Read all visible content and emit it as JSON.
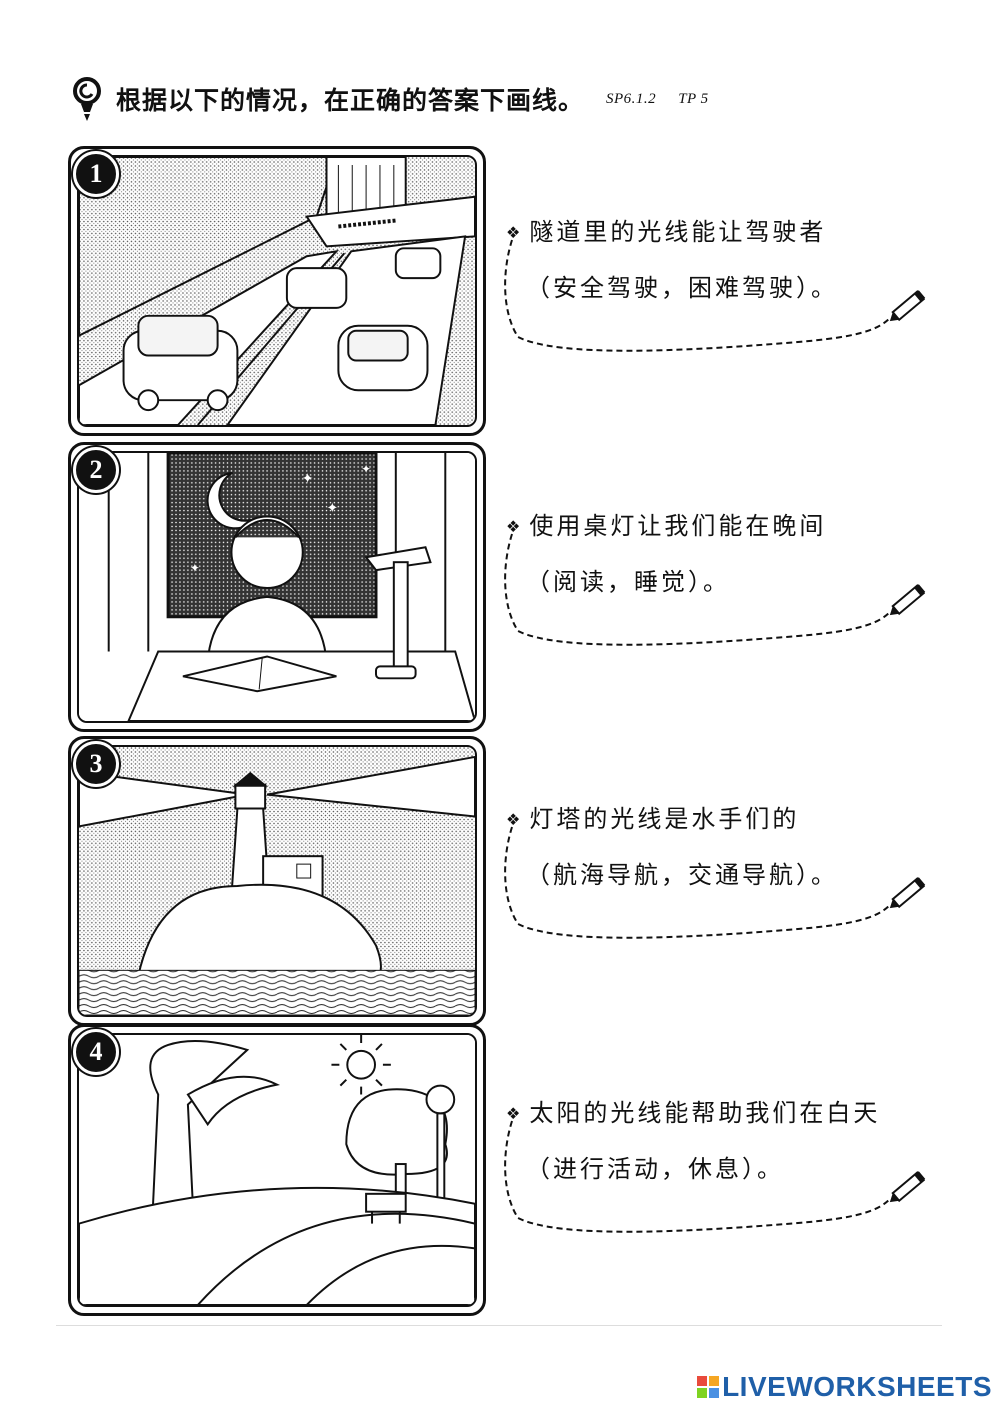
{
  "header": {
    "instruction": "根据以下的情况，在正确的答案下画线。",
    "code_sp": "SP6.1.2",
    "code_tp": "TP 5"
  },
  "questions": [
    {
      "number": "1",
      "prompt": "隧道里的光线能让驾驶者",
      "open_paren": "（",
      "option_a": "安全驾驶",
      "separator": "，",
      "option_b": "困难驾驶",
      "close": "）。"
    },
    {
      "number": "2",
      "prompt": "使用桌灯让我们能在晚间",
      "open_paren": "（",
      "option_a": "阅读",
      "separator": "，",
      "option_b": "睡觉",
      "close": "）。"
    },
    {
      "number": "3",
      "prompt": "灯塔的光线是水手们的",
      "open_paren": "（",
      "option_a": "航海导航",
      "separator": "，",
      "option_b": "交通导航",
      "close": "）。"
    },
    {
      "number": "4",
      "prompt": "太阳的光线能帮助我们在白天",
      "open_paren": "（",
      "option_a": "进行活动",
      "separator": "，",
      "option_b": "休息",
      "close": "）。"
    }
  ],
  "footer": {
    "brand": "LIVEWORKSHEETS"
  }
}
